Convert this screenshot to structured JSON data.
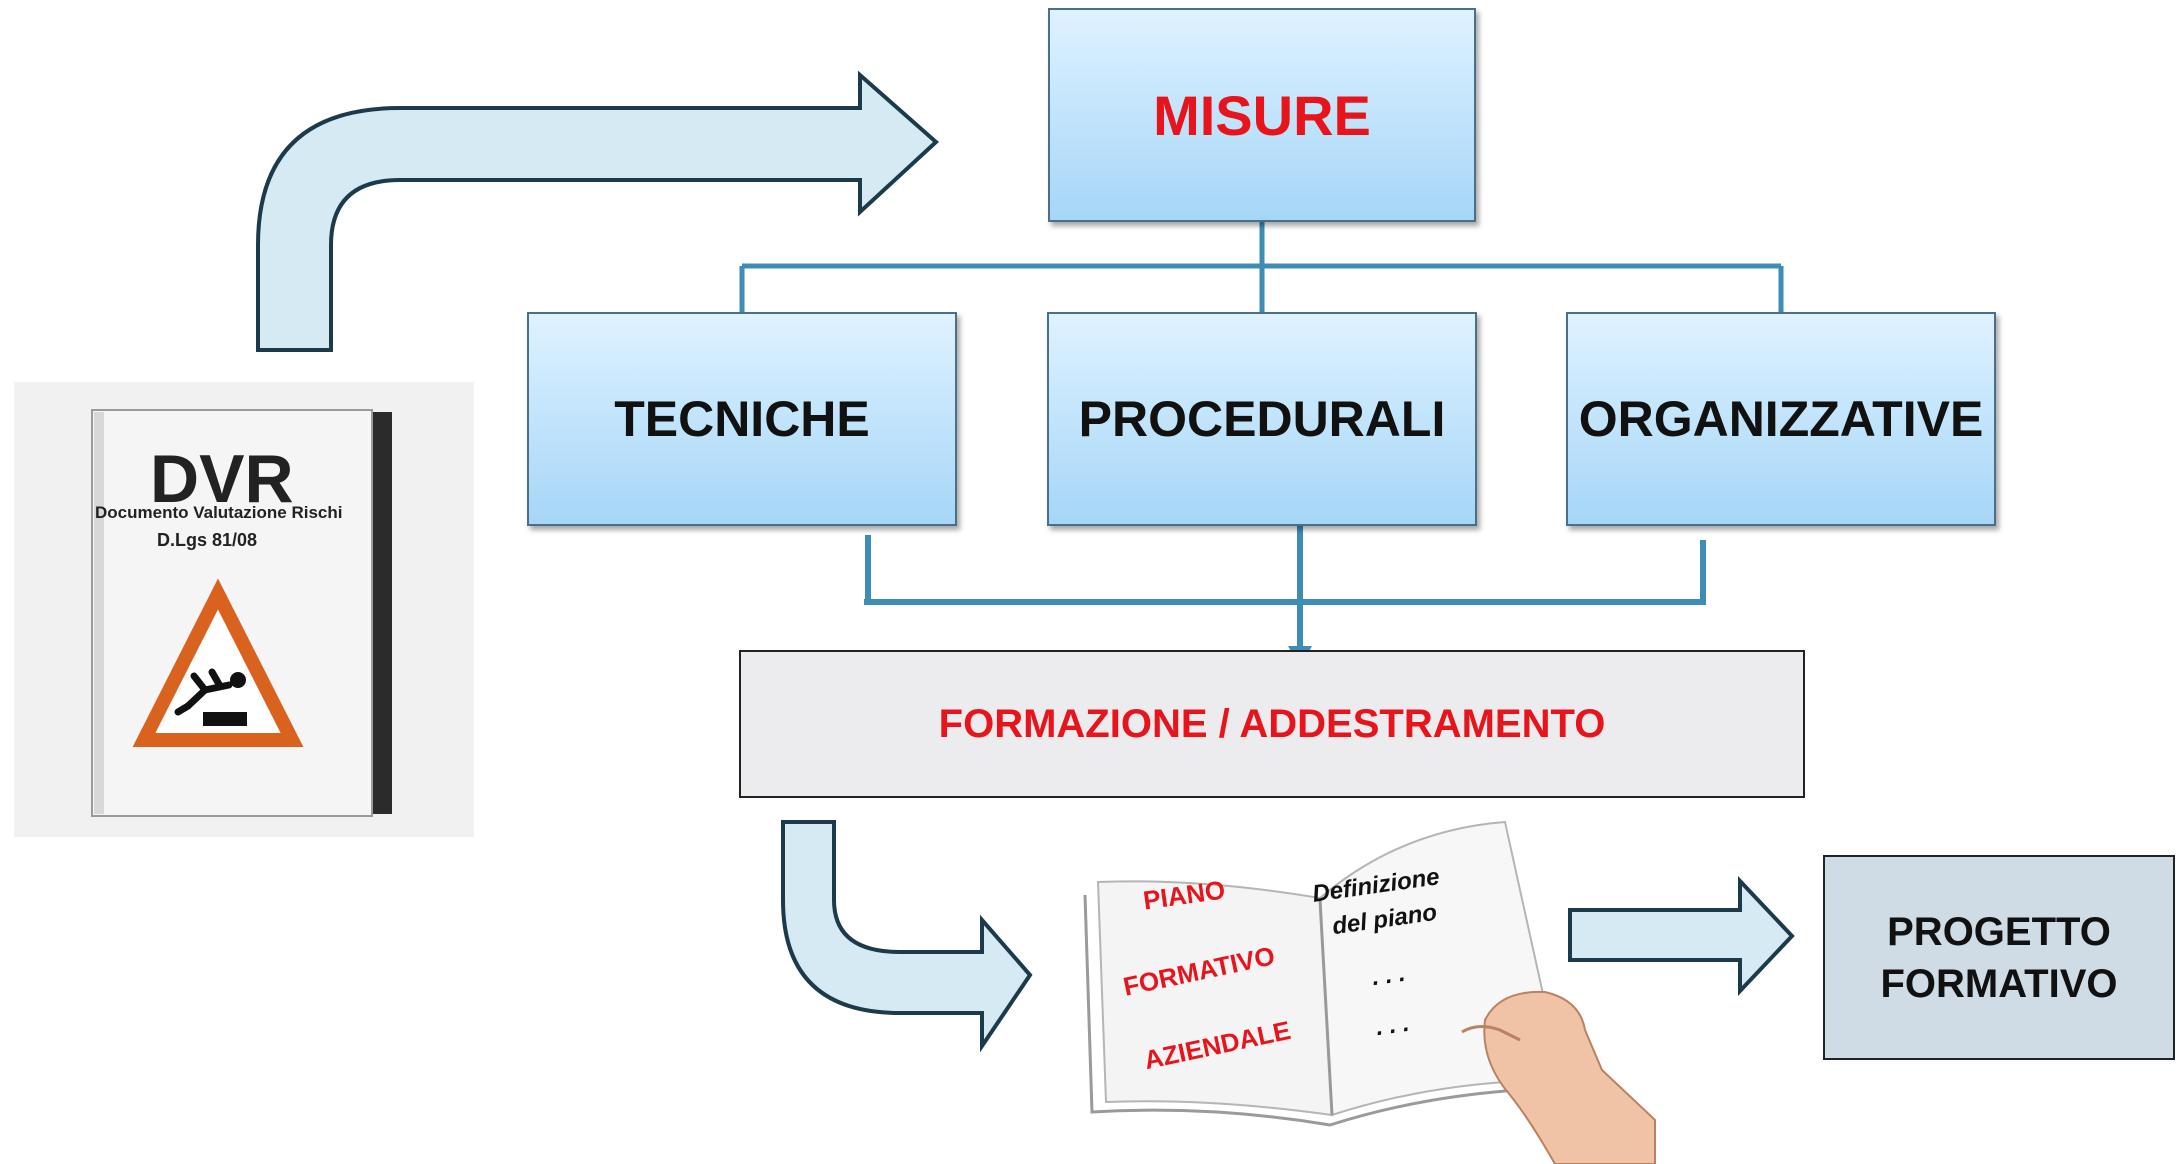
{
  "diagram": {
    "top": {
      "label": "MISURE"
    },
    "categories": [
      "TECNICHE",
      "PROCEDURALI",
      "ORGANIZZATIVE"
    ],
    "outcome": {
      "label": "FORMAZIONE / ADDESTRAMENTO"
    },
    "final": {
      "line1": "PROGETTO",
      "line2": "FORMATIVO"
    }
  },
  "dvr_cover": {
    "title": "DVR",
    "subtitle": "Documento Valutazione Rischi",
    "law": "D.Lgs 81/08",
    "icon": "falling-person-warning-icon"
  },
  "book": {
    "left_lines": [
      "PIANO",
      "FORMATIVO",
      "AZIENDALE"
    ],
    "right_lines": [
      "Definizione",
      "del piano",
      ". . .",
      ". . ."
    ]
  },
  "colors": {
    "accent_red": "#e8141c",
    "connector": "#3d8db5",
    "arrow_fill": "#d5eaf3",
    "arrow_stroke": "#1d3a4b"
  }
}
